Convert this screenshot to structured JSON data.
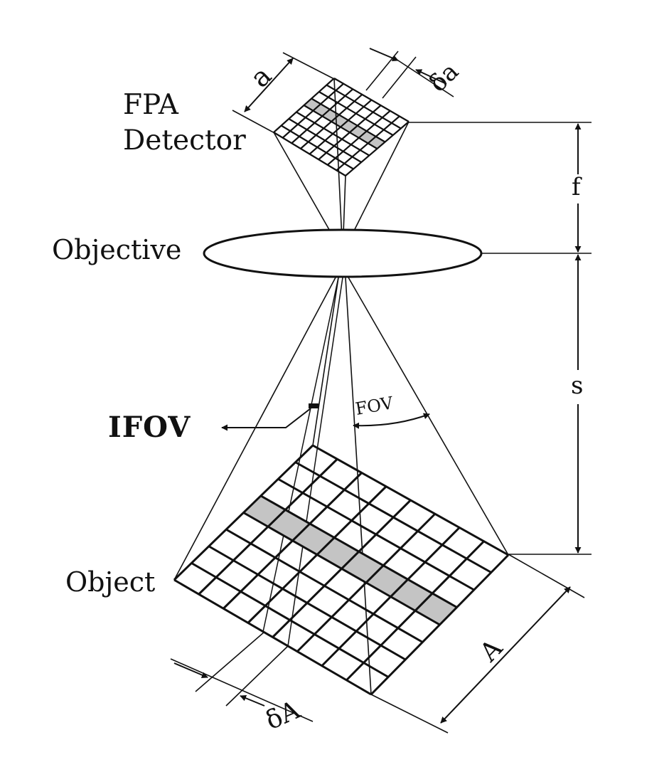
{
  "labels": {
    "fpa_line1": "FPA",
    "fpa_line2": "Detector",
    "objective": "Objective",
    "object": "Object",
    "ifov": "IFOV",
    "fov": "FOV",
    "a": "a",
    "delta_a": "δa",
    "f": "f",
    "s": "s",
    "A": "A",
    "delta_A": "δA"
  },
  "detector_grid": {
    "rows": 8,
    "cols": 8,
    "highlighted_column": 4
  },
  "object_grid": {
    "rows": 8,
    "cols": 8,
    "highlighted_column": 4
  },
  "colors": {
    "line": "#111111",
    "highlight": "#c4c4c4",
    "background": "#ffffff"
  }
}
